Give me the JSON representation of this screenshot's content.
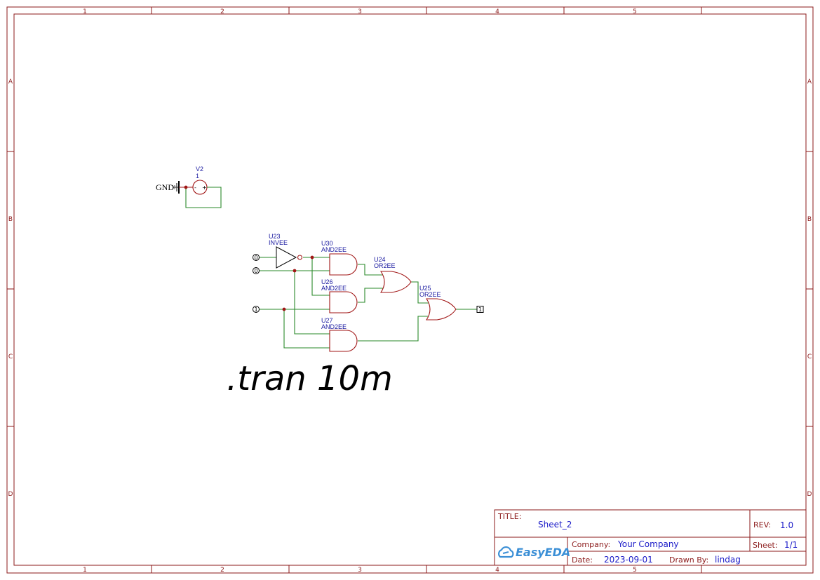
{
  "frame": {
    "columns": [
      "1",
      "2",
      "3",
      "4",
      "5"
    ],
    "rows": [
      "A",
      "B",
      "C",
      "D"
    ]
  },
  "power": {
    "gnd_label": "GND",
    "source": {
      "designator": "V2",
      "value": "1",
      "minus": "-",
      "plus": "+"
    }
  },
  "inputs": [
    "0",
    "0",
    "1"
  ],
  "output": "1",
  "components": {
    "u23": {
      "designator": "U23",
      "model": "INVEE"
    },
    "u30": {
      "designator": "U30",
      "model": "AND2EE"
    },
    "u26": {
      "designator": "U26",
      "model": "AND2EE"
    },
    "u27": {
      "designator": "U27",
      "model": "AND2EE"
    },
    "u24": {
      "designator": "U24",
      "model": "OR2EE"
    },
    "u25": {
      "designator": "U25",
      "model": "OR2EE"
    }
  },
  "spice_directive": ".tran 10m",
  "title_block": {
    "title_key": "TITLE:",
    "title": "Sheet_2",
    "rev_key": "REV:",
    "rev": "1.0",
    "brand": "EasyEDA",
    "company_key": "Company:",
    "company": "Your Company",
    "sheet_key": "Sheet:",
    "sheet": "1/1",
    "date_key": "Date:",
    "date": "2023-09-01",
    "drawn_key": "Drawn By:",
    "drawn_by": "lindag"
  },
  "colors": {
    "frame": "#8b1a1a",
    "wire": "#2a8a2a",
    "symbol": "#a01515",
    "label": "#1a1aa0",
    "brand": "#3b8fd6"
  }
}
